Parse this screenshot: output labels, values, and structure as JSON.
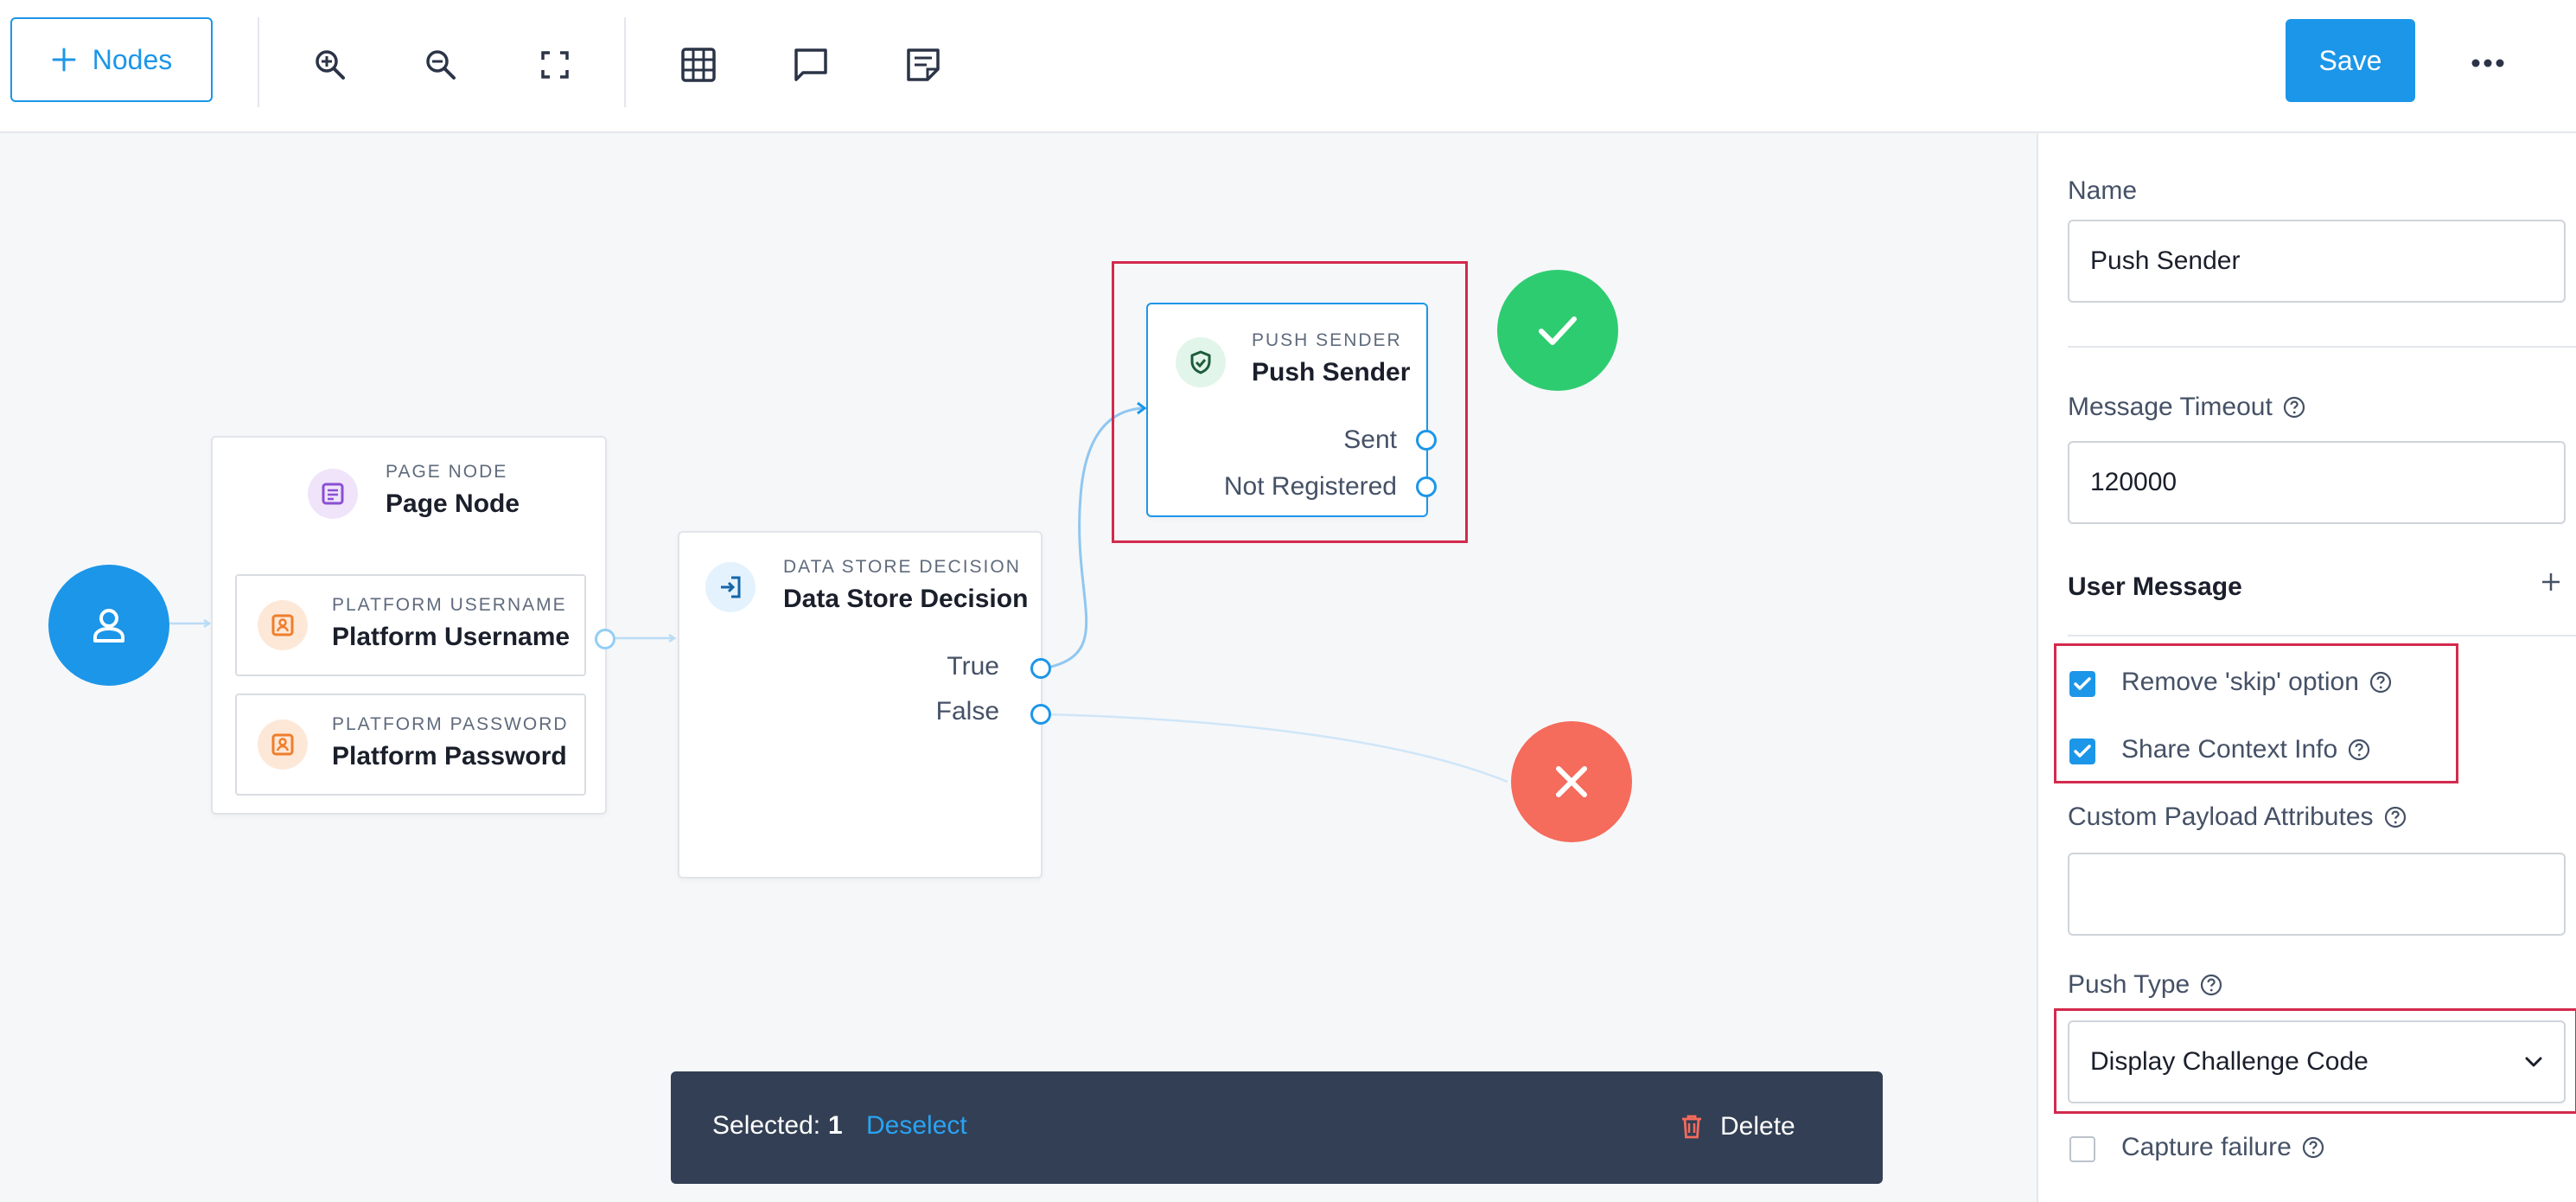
{
  "toolbar": {
    "nodes_label": "Nodes",
    "save_label": "Save",
    "icons": [
      "zoom-in-icon",
      "zoom-out-icon",
      "fullscreen-icon",
      "grid-icon",
      "comment-icon",
      "note-icon",
      "more-icon"
    ]
  },
  "canvas": {
    "page_node": {
      "type": "Page Node",
      "name": "Page Node",
      "children": [
        {
          "type": "Platform Username",
          "name": "Platform Username"
        },
        {
          "type": "Platform Password",
          "name": "Platform Password"
        }
      ]
    },
    "data_store_node": {
      "type": "Data Store Decision",
      "name": "Data Store Decision",
      "outcomes": [
        "True",
        "False"
      ]
    },
    "push_sender_node": {
      "type": "Push Sender",
      "name": "Push Sender",
      "outcomes": [
        "Sent",
        "Not Registered"
      ]
    }
  },
  "selection_bar": {
    "selected_prefix": "Selected:",
    "selected_count": "1",
    "deselect_label": "Deselect",
    "delete_label": "Delete"
  },
  "panel": {
    "name_label": "Name",
    "name_value": "Push Sender",
    "timeout_label": "Message Timeout",
    "timeout_value": "120000",
    "user_message_label": "User Message",
    "remove_skip_label": "Remove 'skip' option",
    "remove_skip_checked": true,
    "share_context_label": "Share Context Info",
    "share_context_checked": true,
    "custom_payload_label": "Custom Payload Attributes",
    "custom_payload_value": "",
    "push_type_label": "Push Type",
    "push_type_value": "Display Challenge Code",
    "capture_failure_label": "Capture failure",
    "capture_failure_checked": false
  },
  "colors": {
    "accent": "#1c96e8",
    "success": "#2ecc71",
    "failure": "#f56b5c",
    "highlight": "#d32a4d",
    "selection_bar": "#333f54"
  }
}
